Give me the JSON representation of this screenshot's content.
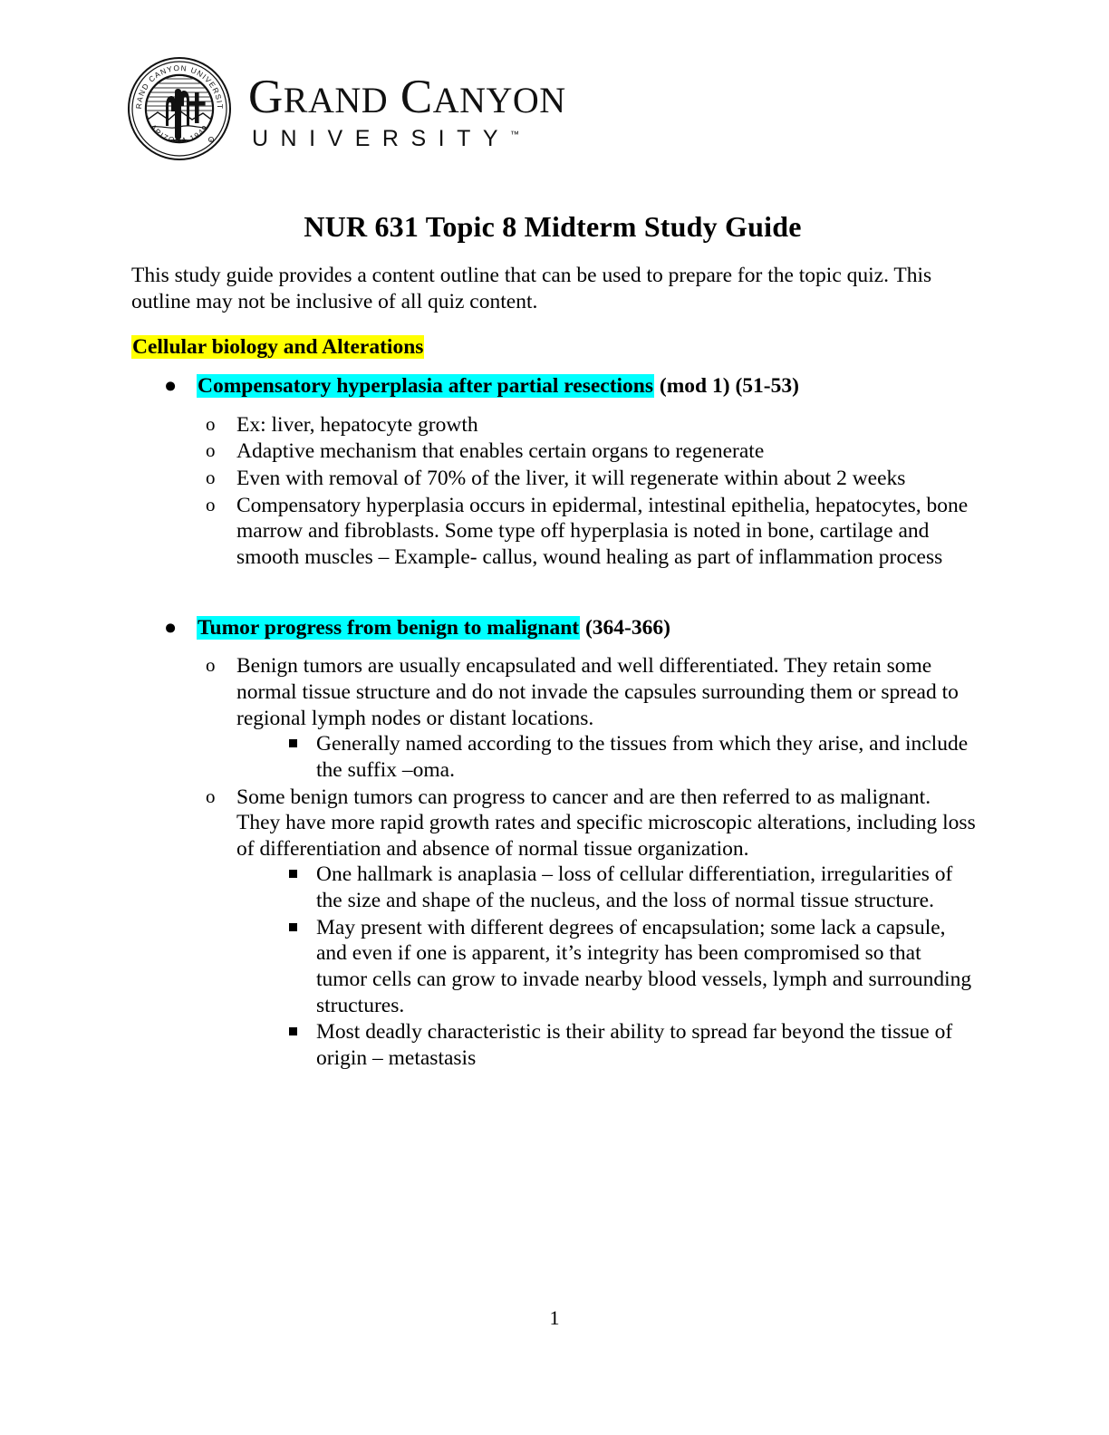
{
  "logo": {
    "seal_alt": "grand-canyon-university-seal",
    "seal_arc_top": "GRAND CANYON UNIVERSITY",
    "seal_arc_bottom": "ARIZONA 1949",
    "wordmark_line1_part1": "G",
    "wordmark_line1_part2": "RAND",
    "wordmark_line1_part3": "C",
    "wordmark_line1_part4": "ANYON",
    "wordmark_line2": "UNIVERSITY",
    "trademark": "™"
  },
  "document": {
    "title": "NUR 631 Topic 8 Midterm Study Guide",
    "intro": "This study guide provides a content outline that can be used to prepare for the topic quiz. This outline may not be inclusive of all quiz content.",
    "section_heading": "Cellular biology and Alterations",
    "page_number": "1"
  },
  "colors": {
    "highlight_yellow": "#FFFF00",
    "highlight_cyan": "#00FFFF",
    "text": "#000000",
    "page_background": "#FFFFFF"
  },
  "outline": [
    {
      "heading_highlighted": "Compensatory hyperplasia after partial resections",
      "heading_suffix": " (mod 1) (51-53)",
      "children": [
        {
          "text": "Ex: liver, hepatocyte growth",
          "children": []
        },
        {
          "text": "Adaptive mechanism that enables certain organs to regenerate",
          "children": []
        },
        {
          "text": "Even with removal of 70% of the liver, it will regenerate within about 2 weeks",
          "children": []
        },
        {
          "text": "Compensatory hyperplasia occurs in epidermal, intestinal epithelia, hepatocytes, bone marrow and fibroblasts. Some type off hyperplasia is noted in bone, cartilage and smooth muscles – Example- callus, wound healing as part of inflammation process",
          "children": []
        }
      ]
    },
    {
      "heading_highlighted": "Tumor progress from benign to malignant",
      "heading_suffix": " (364-366)",
      "children": [
        {
          "text": "Benign tumors are usually encapsulated and well differentiated.  They retain some normal tissue structure and do not invade the capsules surrounding them or spread to regional lymph nodes or distant locations.",
          "children": [
            {
              "text": "Generally named according to the tissues from which they arise, and include the suffix –oma."
            }
          ]
        },
        {
          "text": "Some benign tumors can progress to cancer and are then referred to as malignant. They have more rapid growth rates and specific microscopic alterations, including loss of differentiation and absence of normal tissue organization.",
          "children": [
            {
              "text": "One hallmark is anaplasia – loss of cellular differentiation, irregularities of the size and shape of the nucleus, and the loss of normal tissue structure."
            },
            {
              "text": "May present with different degrees of encapsulation; some lack a capsule, and even if one is apparent, it’s integrity has been compromised so that tumor cells can grow to invade nearby blood vessels, lymph and surrounding structures."
            },
            {
              "text": "Most deadly characteristic is their ability to spread far beyond the tissue of origin – metastasis"
            }
          ]
        }
      ]
    }
  ],
  "markers": {
    "level1": "●",
    "level2": "o",
    "level3": "square"
  }
}
